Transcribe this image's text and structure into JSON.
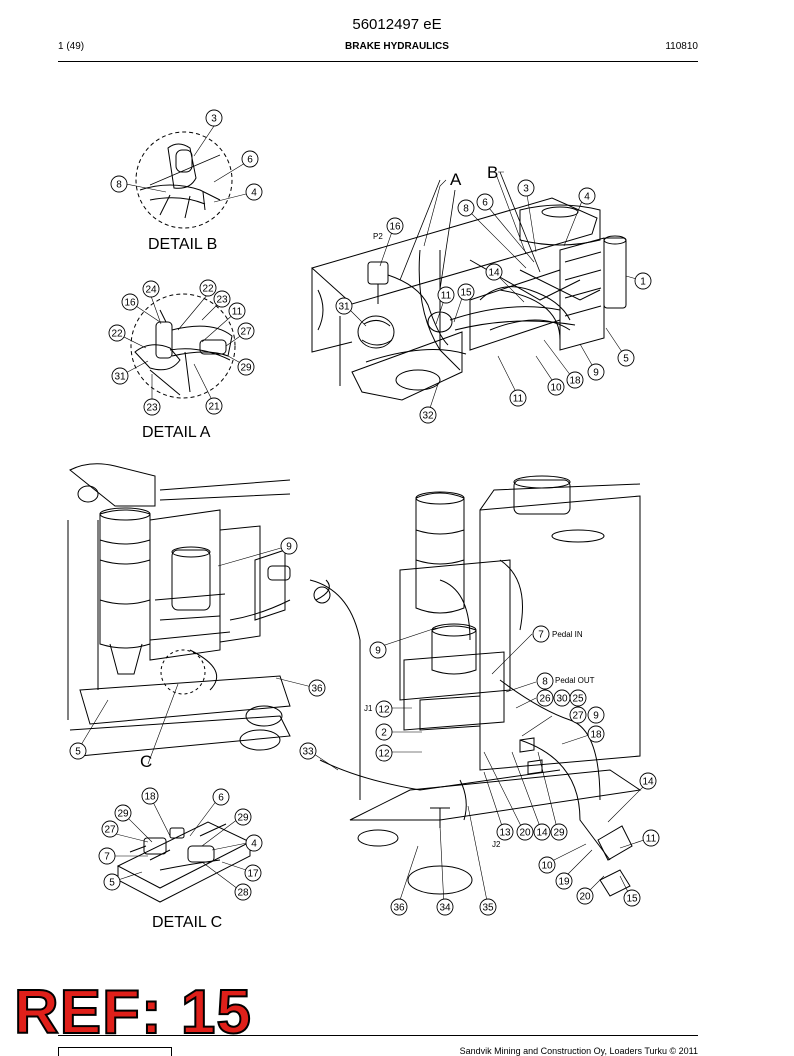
{
  "header": {
    "doc_number": "56012497 eE",
    "page_count": "1 (49)",
    "section_title": "BRAKE HYDRAULICS",
    "date_code": "110810"
  },
  "details": {
    "detail_b": "DETAIL B",
    "detail_a": "DETAIL A",
    "detail_c": "DETAIL C",
    "view_a": "A",
    "view_b": "B",
    "view_c": "C"
  },
  "text_labels": {
    "p2": "P2",
    "pedal_in": "Pedal IN",
    "pedal_out": "Pedal OUT",
    "j1": "J1",
    "j2": "J2"
  },
  "callouts": [
    "3",
    "6",
    "8",
    "4",
    "24",
    "22",
    "16",
    "23",
    "11",
    "22",
    "27",
    "31",
    "29",
    "23",
    "21",
    "3",
    "8",
    "6",
    "4",
    "16",
    "14",
    "15",
    "11",
    "31",
    "1",
    "5",
    "9",
    "18",
    "10",
    "11",
    "32",
    "9",
    "36",
    "5",
    "7",
    "8",
    "26",
    "30",
    "25",
    "27",
    "9",
    "18",
    "9",
    "12",
    "2",
    "12",
    "33",
    "14",
    "13",
    "20",
    "14",
    "29",
    "11",
    "10",
    "19",
    "20",
    "15",
    "36",
    "34",
    "35",
    "18",
    "6",
    "29",
    "29",
    "27",
    "4",
    "7",
    "17",
    "5",
    "28"
  ],
  "stamp": "REF: 15",
  "footer": {
    "copyright": "Sandvik Mining and Construction Oy, Loaders Turku © 2011"
  }
}
